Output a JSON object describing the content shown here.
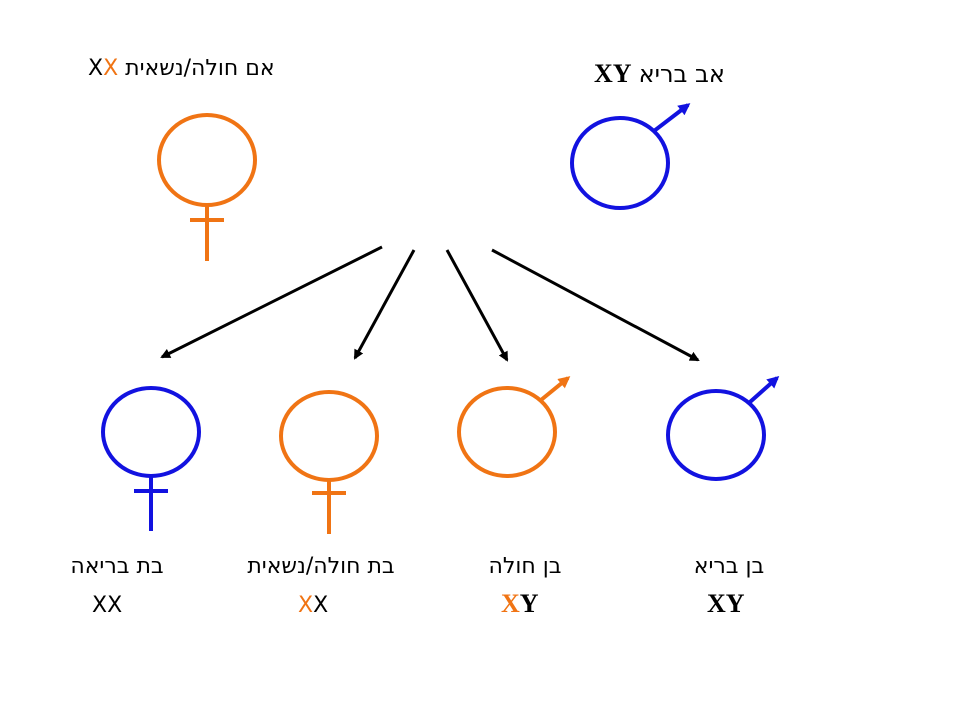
{
  "colors": {
    "affected": "#f07414",
    "healthy": "#1212e0",
    "arrow": "#000000",
    "text": "#000000"
  },
  "parents": {
    "mother": {
      "label": "אם חולה/נשאית",
      "genotype": [
        "X",
        "X"
      ],
      "allele_colors": [
        "#000000",
        "#f07414"
      ],
      "symbol": "female-symbol",
      "color": "#f07414"
    },
    "father": {
      "label": "אב בריא",
      "genotype": [
        "X",
        "Y"
      ],
      "allele_colors": [
        "#000000",
        "#000000"
      ],
      "symbol": "male-symbol",
      "color": "#1212e0"
    }
  },
  "offspring": [
    {
      "id": "healthy-daughter",
      "label": "בת בריאה",
      "genotype": [
        "X",
        "X"
      ],
      "allele_colors": [
        "#000000",
        "#000000"
      ],
      "symbol": "female-symbol",
      "color": "#1212e0"
    },
    {
      "id": "carrier-daughter",
      "label": "בת חולה/נשאית",
      "genotype": [
        "X",
        "X"
      ],
      "allele_colors": [
        "#f07414",
        "#000000"
      ],
      "symbol": "female-symbol",
      "color": "#f07414"
    },
    {
      "id": "affected-son",
      "label": "בן חולה",
      "genotype": [
        "X",
        "Y"
      ],
      "allele_colors": [
        "#f07414",
        "#000000"
      ],
      "symbol": "male-symbol",
      "color": "#f07414"
    },
    {
      "id": "healthy-son",
      "label": "בן בריא",
      "genotype": [
        "X",
        "Y"
      ],
      "allele_colors": [
        "#000000",
        "#000000"
      ],
      "symbol": "male-symbol",
      "color": "#1212e0"
    }
  ]
}
